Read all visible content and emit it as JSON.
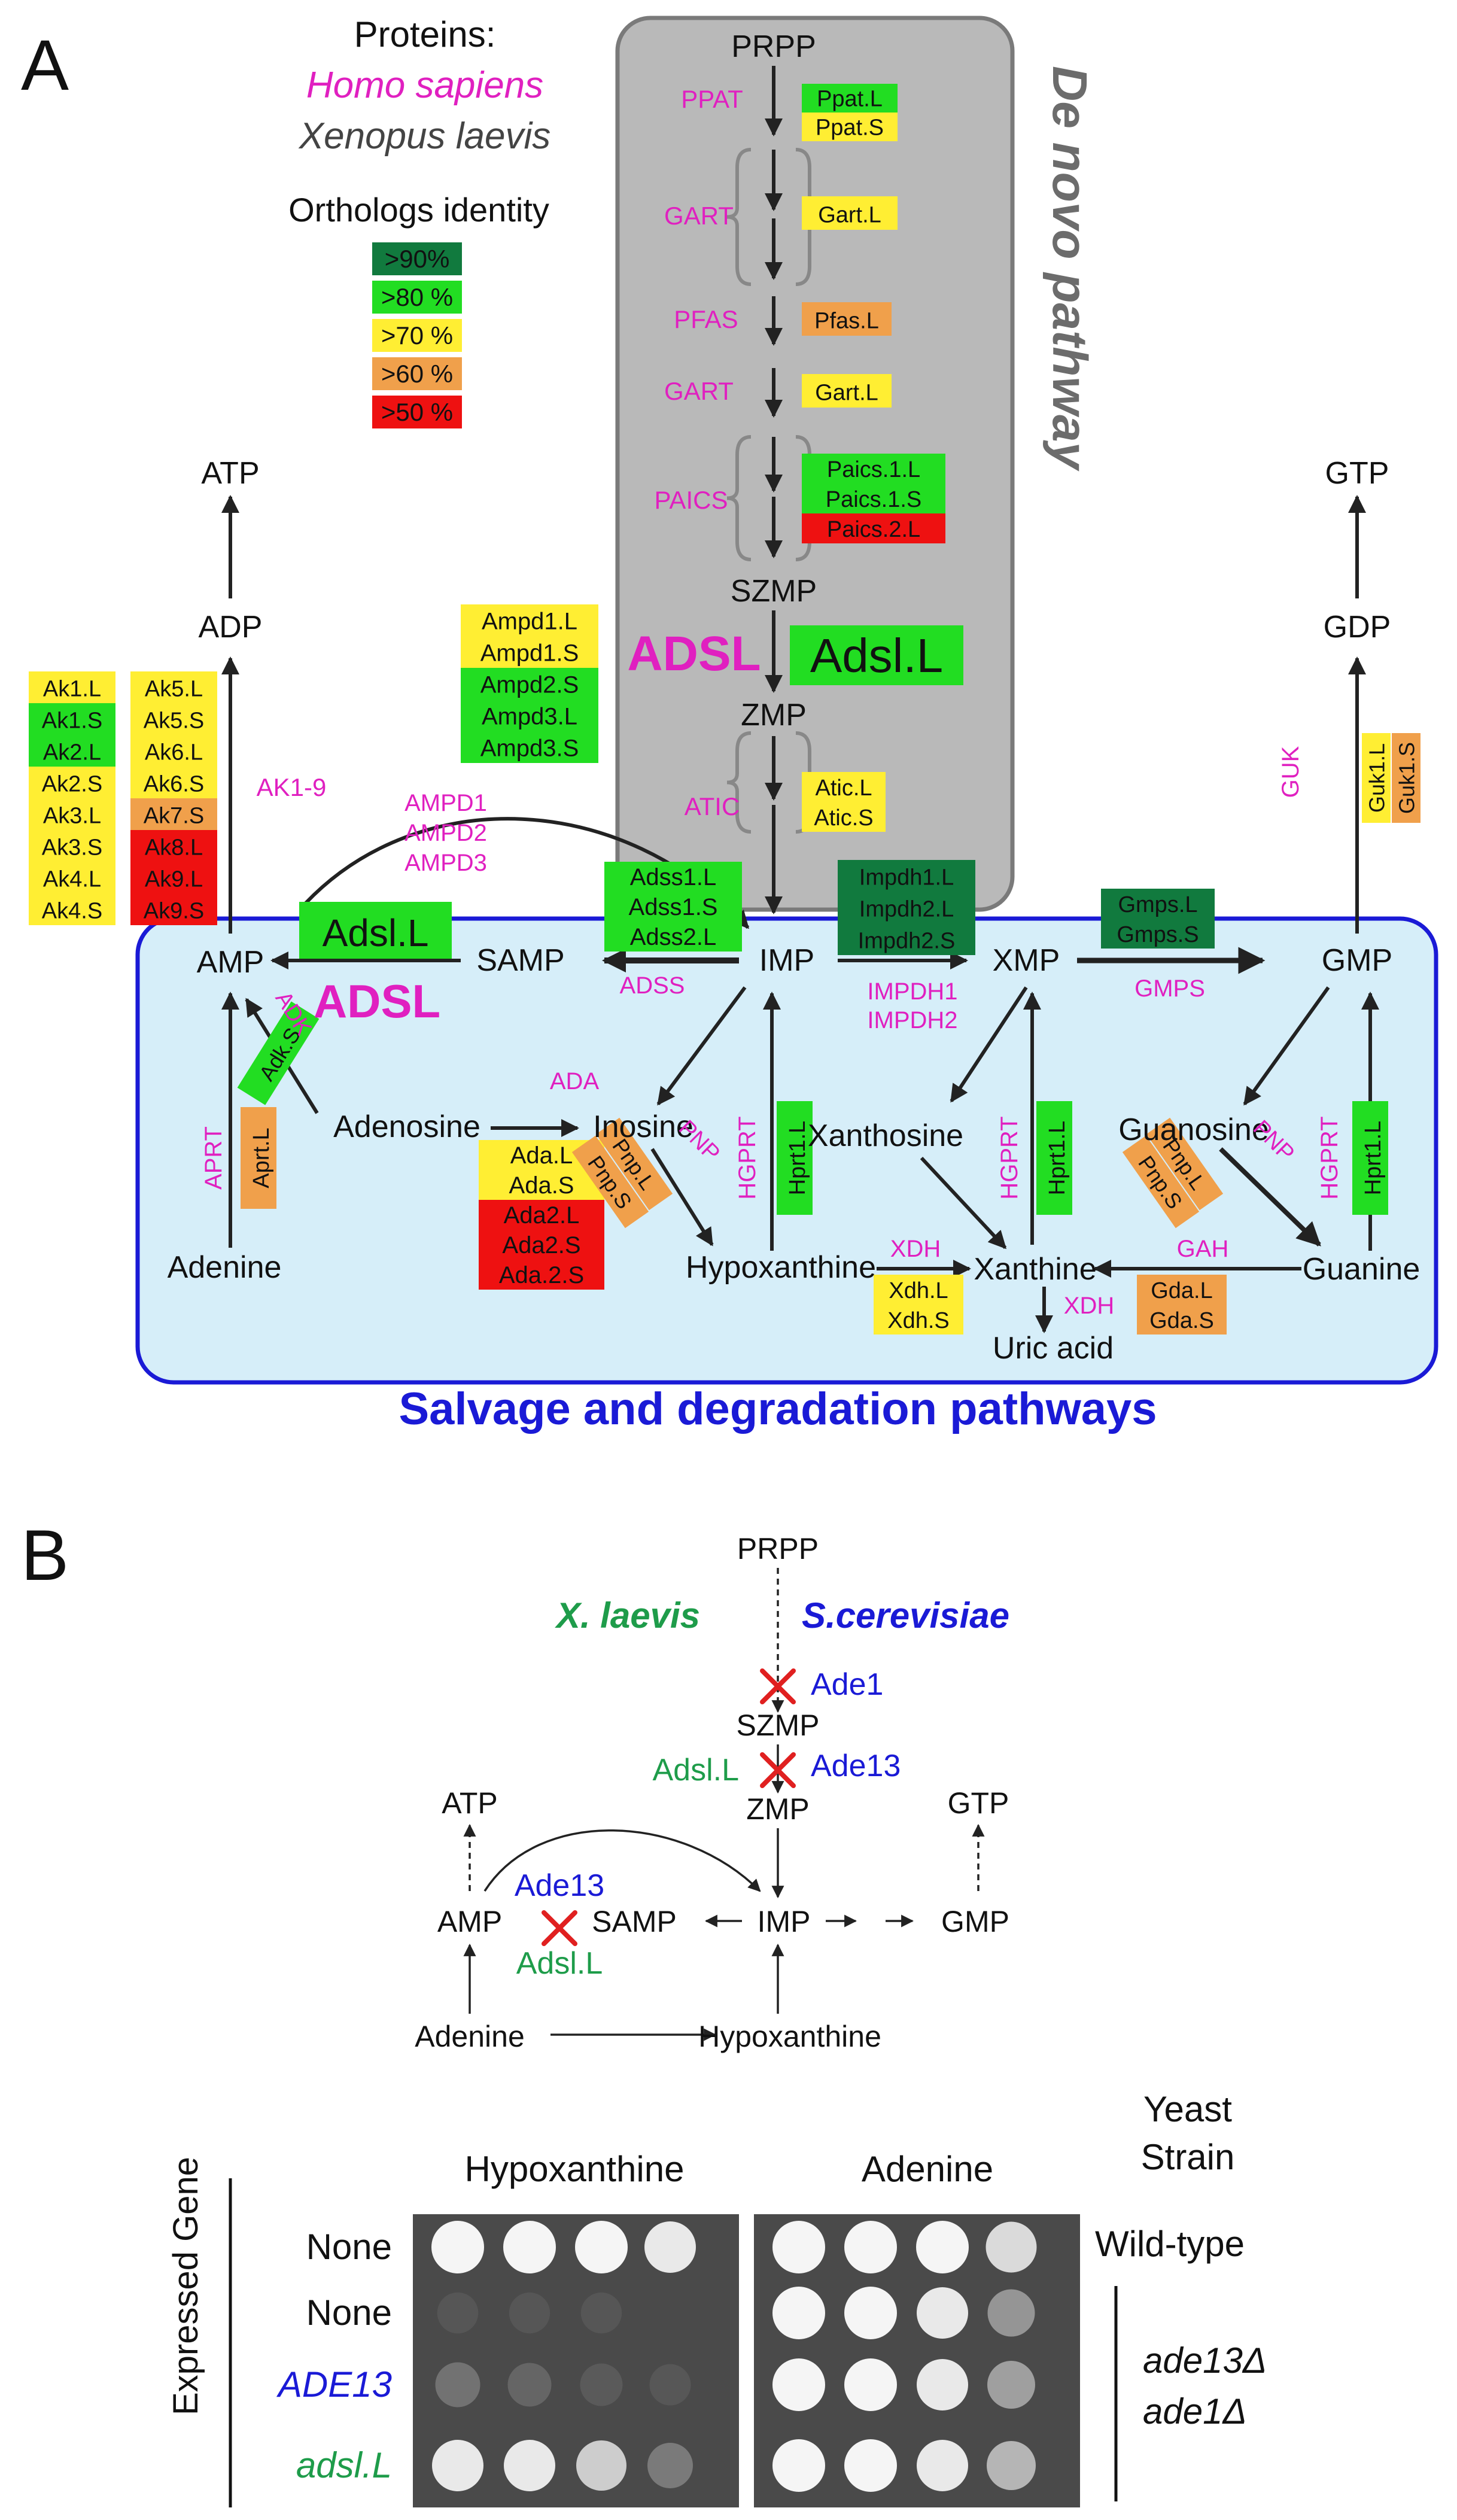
{
  "panel_a": {
    "letter": "A",
    "legend": {
      "title": "Proteins:",
      "human": "Homo sapiens",
      "frog": "Xenopus laevis",
      "identity_title": "Orthologs identity",
      "levels": [
        ">90%",
        ">80 %",
        ">70 %",
        ">60 %",
        ">50 %"
      ]
    },
    "colors": {
      "c90": "#117a3e",
      "c80": "#22dd22",
      "c70": "#ffee33",
      "c60": "#f0a04b",
      "c50": "#ee1111",
      "human_magenta": "#e020c0",
      "salvage_blue": "#1a1ad6",
      "green_text": "#1e9c4a",
      "denovo_gray": "#b9b9b9"
    },
    "de_novo_label": "De novo pathway",
    "salvage_label": "Salvage and degradation pathways",
    "metabolites": {
      "prpp": "PRPP",
      "szmp": "SZMP",
      "zmp": "ZMP",
      "imp": "IMP",
      "samp": "SAMP",
      "amp": "AMP",
      "adp": "ADP",
      "atp": "ATP",
      "xmp": "XMP",
      "gmp": "GMP",
      "gdp": "GDP",
      "gtp": "GTP",
      "adenosine": "Adenosine",
      "adenine": "Adenine",
      "inosine": "Inosine",
      "hypoxanthine": "Hypoxanthine",
      "xanthosine": "Xanthosine",
      "xanthine": "Xanthine",
      "uric_acid": "Uric acid",
      "guanosine": "Guanosine",
      "guanine": "Guanine"
    },
    "human_enzymes": {
      "ppat": "PPAT",
      "gart1": "GART",
      "pfas": "PFAS",
      "gart2": "GART",
      "paics": "PAICS",
      "adsl_big": "ADSL",
      "atic": "ATIC",
      "adsl_salvage": "ADSL",
      "ak19": "AK1-9",
      "ampd1": "AMPD1",
      "ampd2": "AMPD2",
      "ampd3": "AMPD3",
      "adss": "ADSS",
      "impdh1": "IMPDH1",
      "impdh2": "IMPDH2",
      "gmps": "GMPS",
      "guk": "GUK",
      "adk": "ADK",
      "aprt": "APRT",
      "ada": "ADA",
      "pnp1": "PNP",
      "hgprt1": "HGPRT",
      "xdh1": "XDH",
      "hgprt2": "HGPRT",
      "pnp2": "PNP",
      "hgprt3": "HGPRT",
      "gah": "GAH",
      "xdh2": "XDH"
    },
    "frog_proteins": {
      "ppat": [
        "Ppat.L",
        "Ppat.S"
      ],
      "gart1": [
        "Gart.L"
      ],
      "pfas": [
        "Pfas.L"
      ],
      "gart2": [
        "Gart.L"
      ],
      "paics": [
        "Paics.1.L",
        "Paics.1.S",
        "Paics.2.L"
      ],
      "adsl_main": [
        "Adsl.L"
      ],
      "atic": [
        "Atic.L",
        "Atic.S"
      ],
      "ampd": [
        "Ampd1.L",
        "Ampd1.S",
        "Ampd2.S",
        "Ampd3.L",
        "Ampd3.S"
      ],
      "adss": [
        "Adss1.L",
        "Adss1.S",
        "Adss2.L"
      ],
      "impdh": [
        "Impdh1.L",
        "Impdh2.L",
        "Impdh2.S"
      ],
      "gmps": [
        "Gmps.L",
        "Gmps.S"
      ],
      "guk": [
        "Guk1.L",
        "Guk1.S"
      ],
      "adsl_salvage": [
        "Adsl.L"
      ],
      "ak_left": [
        "Ak1.L",
        "Ak1.S",
        "Ak2.L",
        "Ak2.S",
        "Ak3.L",
        "Ak3.S",
        "Ak4.L",
        "Ak4.S"
      ],
      "ak_right": [
        "Ak5.L",
        "Ak5.S",
        "Ak6.L",
        "Ak6.S",
        "Ak7.S",
        "Ak8.L",
        "Ak9.L",
        "Ak9.S"
      ],
      "adk": [
        "Adk.S"
      ],
      "aprt": [
        "Aprt.L"
      ],
      "ada": [
        "Ada.L",
        "Ada.S",
        "Ada2.L",
        "Ada2.S",
        "Ada.2.S"
      ],
      "pnp1": [
        "Pnp.L",
        "Pnp.S"
      ],
      "hprt1": [
        "Hprt1.L"
      ],
      "hprt2": [
        "Hprt1.L"
      ],
      "xdh": [
        "Xdh.L",
        "Xdh.S"
      ],
      "pnp2": [
        "Pnp.L",
        "Pnp.S"
      ],
      "hprt3": [
        "Hprt1.L"
      ],
      "gda": [
        "Gda.L",
        "Gda.S"
      ]
    }
  },
  "panel_b": {
    "letter": "B",
    "species_frog": "X. laevis",
    "species_yeast": "S.cerevisiae",
    "metabolites": {
      "prpp": "PRPP",
      "szmp": "SZMP",
      "zmp": "ZMP",
      "atp": "ATP",
      "gtp": "GTP",
      "amp": "AMP",
      "samp": "SAMP",
      "imp": "IMP",
      "gmp": "GMP",
      "adenine": "Adenine",
      "hypoxanthine": "Hypoxanthine"
    },
    "enzymes": {
      "ade1": "Ade1",
      "ade13_top": "Ade13",
      "adsl_top": "Adsl.L",
      "ade13_bottom": "Ade13",
      "adsl_bottom": "Adsl.L"
    },
    "plate": {
      "expressed_gene_label": "Expressed Gene",
      "medium_1": "Hypoxanthine",
      "medium_2": "Adenine",
      "yeast_strain_1": "Yeast",
      "yeast_strain_2": "Strain",
      "rows": [
        "None",
        "None",
        "ADE13",
        "adsl.L"
      ],
      "wildtype": "Wild-type",
      "mutant_1": "ade13Δ",
      "mutant_2": "ade1Δ",
      "growth_hypoxanthine": [
        [
          1,
          1,
          1,
          0.9
        ],
        [
          0.03,
          0.02,
          0.02,
          0.0
        ],
        [
          0.35,
          0.25,
          0.15,
          0.05
        ],
        [
          0.9,
          0.9,
          0.8,
          0.4
        ]
      ],
      "growth_adenine": [
        [
          1,
          1,
          1,
          0.85
        ],
        [
          1,
          1,
          0.9,
          0.55
        ],
        [
          1,
          1,
          0.9,
          0.6
        ],
        [
          1,
          1,
          0.9,
          0.7
        ]
      ]
    }
  }
}
